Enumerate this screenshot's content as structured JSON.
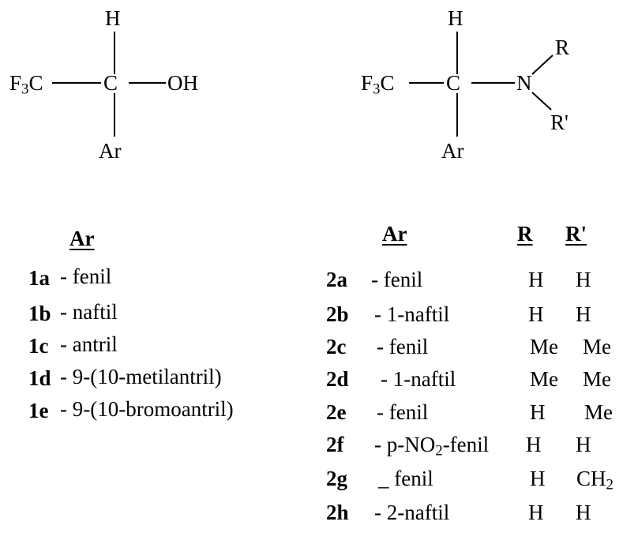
{
  "structure_1": {
    "h": "H",
    "cf3_prefix": "F",
    "cf3_sub": "3",
    "cf3_suffix": "C",
    "c": "C",
    "oh": "OH",
    "ar": "Ar"
  },
  "structure_2": {
    "h": "H",
    "cf3_prefix": "F",
    "cf3_sub": "3",
    "cf3_suffix": "C",
    "c": "C",
    "n": "N",
    "r": "R",
    "r_prime": "R'",
    "ar": "Ar"
  },
  "table_1": {
    "header": "Ar",
    "rows": [
      {
        "id": "1a",
        "ar": "- fenil"
      },
      {
        "id": "1b",
        "ar": "- naftil"
      },
      {
        "id": "1c",
        "ar": "- antril"
      },
      {
        "id": "1d",
        "ar": "- 9-(10-metilantril)"
      },
      {
        "id": "1e",
        "ar": "- 9-(10-bromoantril)"
      }
    ]
  },
  "table_2": {
    "header_ar": "Ar",
    "header_r": "R",
    "header_r_prime": "R'",
    "rows": [
      {
        "id": "2a",
        "ar": "- fenil",
        "r": "H",
        "r_prime": "H"
      },
      {
        "id": "2b",
        "ar": "- 1-naftil",
        "r": "H",
        "r_prime": "H"
      },
      {
        "id": "2c",
        "ar": "- fenil",
        "r": "Me",
        "r_prime": "Me"
      },
      {
        "id": "2d",
        "ar": "- 1-naftil",
        "r": "Me",
        "r_prime": "Me"
      },
      {
        "id": "2e",
        "ar": "- fenil",
        "r": "H",
        "r_prime": "Me"
      },
      {
        "id": "2f",
        "ar_prefix": "- p-NO",
        "ar_sub": "2",
        "ar_suffix": "-fenil",
        "r": "H",
        "r_prime": "H"
      },
      {
        "id": "2g",
        "ar": "_ fenil",
        "r": "H",
        "r_prime_prefix": "CH",
        "r_prime_sub": "2"
      },
      {
        "id": "2h",
        "ar": "- 2-naftil",
        "r": "H",
        "r_prime": "H"
      }
    ]
  }
}
